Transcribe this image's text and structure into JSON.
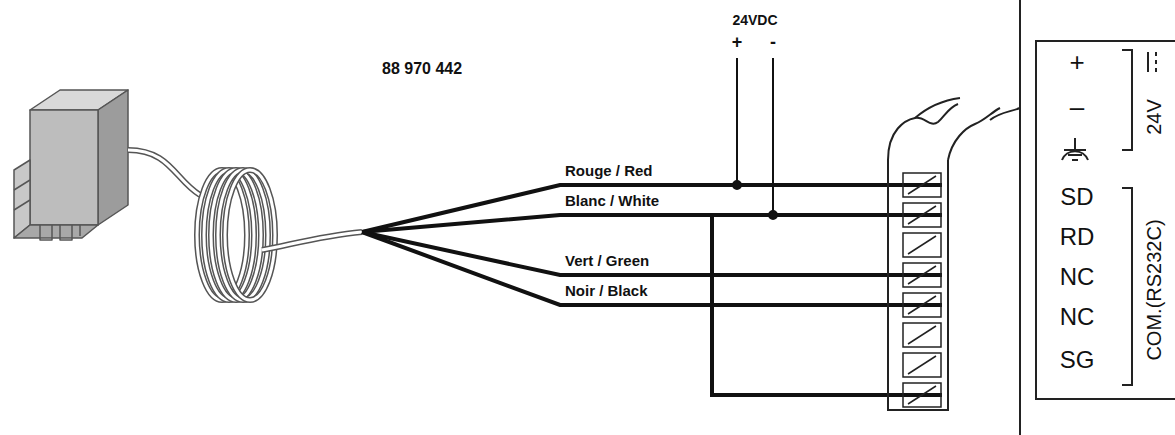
{
  "diagram": {
    "nodes": [
      {
        "text": [
          "+",
          "–",
          "SD",
          "RD",
          "NC",
          "NC",
          "SG",
          "24V",
          "COM.(RS232C)"
        ]
      }
    ],
    "labels": [
      "88 970 442",
      "24VDC",
      "+",
      "-",
      "Rouge / Red",
      "Blanc / White",
      "Vert / Green",
      "Noir / Black"
    ]
  }
}
